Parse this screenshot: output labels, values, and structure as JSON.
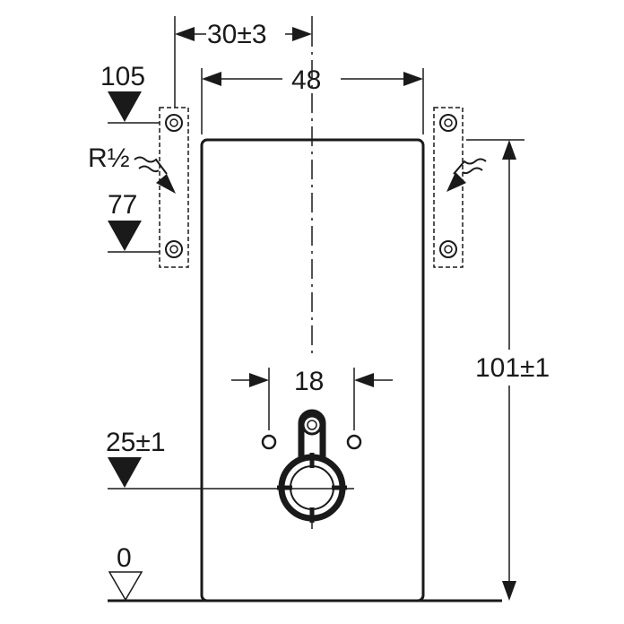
{
  "dimensions": {
    "offset_width": "30±3",
    "frame_width": "48",
    "spacing_18": "18",
    "height": "101±1"
  },
  "levels": {
    "upper_top": "105",
    "upper_bottom": "77",
    "outlet_height": "25±1",
    "floor_zero": "0"
  },
  "labels": {
    "pipe_thread": "R½"
  },
  "colors": {
    "ink": "#1a1a1a",
    "background": "#ffffff"
  }
}
